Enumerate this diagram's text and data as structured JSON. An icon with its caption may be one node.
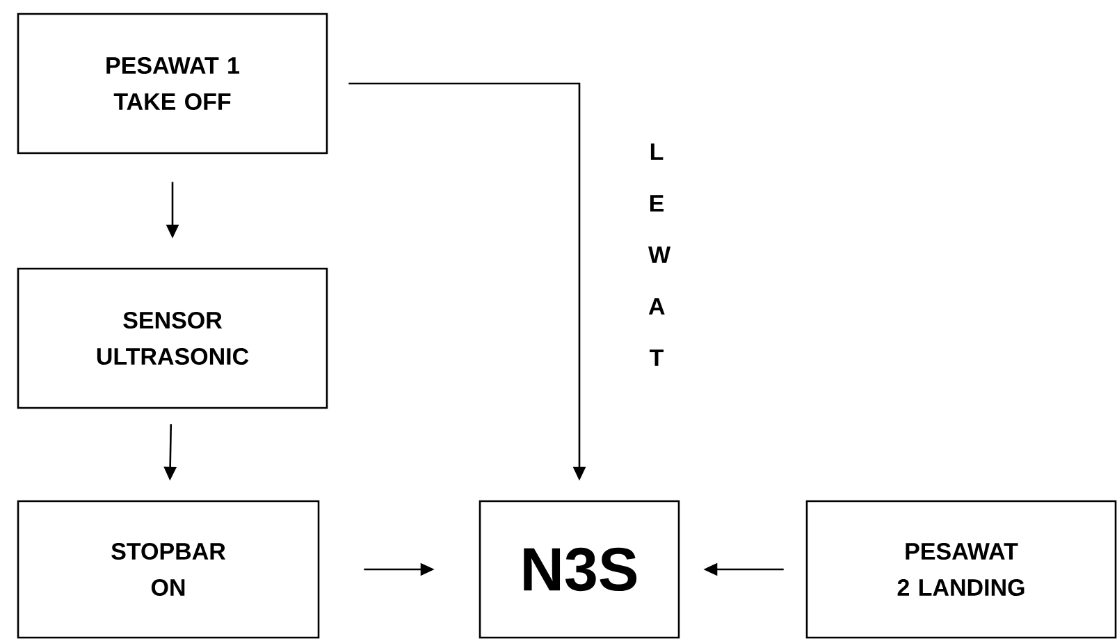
{
  "diagram": {
    "nodes": [
      {
        "text": [
          "PESAWAT 1 TAKE OFF"
        ]
      },
      {
        "text": [
          "SENSOR ULTRASONIC"
        ]
      },
      {
        "text": [
          "STOPBAR ON"
        ]
      },
      {
        "text": [
          "N3S"
        ]
      },
      {
        "text": [
          "PESAWAT 2 LANDING"
        ]
      }
    ],
    "edges": [
      {
        "from": 0,
        "to": 1,
        "arrow": "to"
      },
      {
        "from": 1,
        "to": 2,
        "arrow": "to"
      },
      {
        "from": 2,
        "to": 3,
        "arrow": "to"
      },
      {
        "from": 4,
        "to": 3,
        "arrow": "to"
      },
      {
        "from": 0,
        "to": 3,
        "arrow": "to",
        "label": "L E W A T"
      }
    ]
  }
}
